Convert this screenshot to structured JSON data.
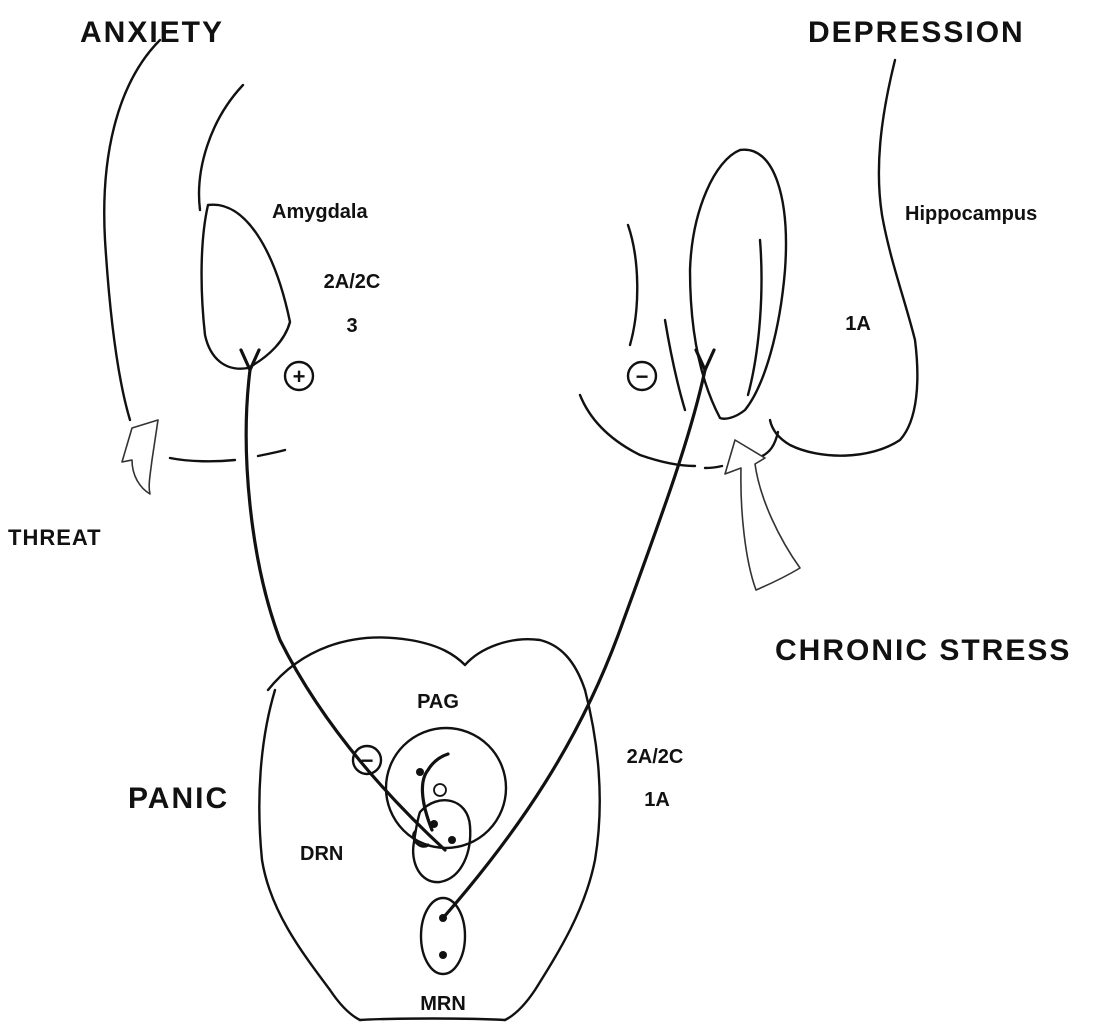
{
  "labels": {
    "anxiety": "ANXIETY",
    "depression": "DEPRESSION",
    "amygdala": "Amygdala",
    "amygdala_receptors_line1": "2A/2C",
    "amygdala_receptors_line2": "3",
    "hippocampus": "Hippocampus",
    "hippocampus_receptor": "1A",
    "threat": "THREAT",
    "chronic_stress": "CHRONIC STRESS",
    "pag": "PAG",
    "panic": "PANIC",
    "drn": "DRN",
    "mrn": "MRN",
    "pag_receptors_line1": "2A/2C",
    "pag_receptors_line2": "1A"
  },
  "signs": {
    "amygdala_effect": "+",
    "hippocampus_effect": "−",
    "pag_effect": "−"
  }
}
